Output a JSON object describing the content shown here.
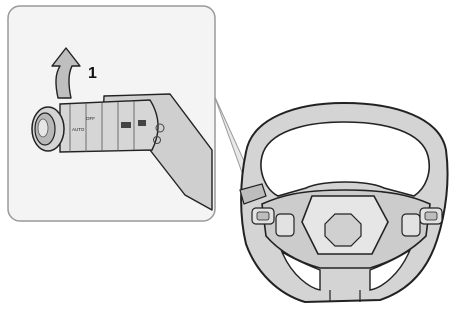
{
  "callout": {
    "number": "1"
  },
  "switch_markings": {
    "off": "OFF",
    "auto": "AUTO"
  },
  "icons": [
    "direction-arrow-icon",
    "light-switch-stalk",
    "steering-wheel",
    "horn-pad-icon"
  ],
  "colors": {
    "outline": "#222222",
    "inset_border": "#9a9a9a",
    "inset_fill": "#f4f4f4",
    "wheel_fill": "#d9d9d9",
    "stalk_fill": "#c8c8c8",
    "arrow_fill": "#bfbfbf"
  }
}
